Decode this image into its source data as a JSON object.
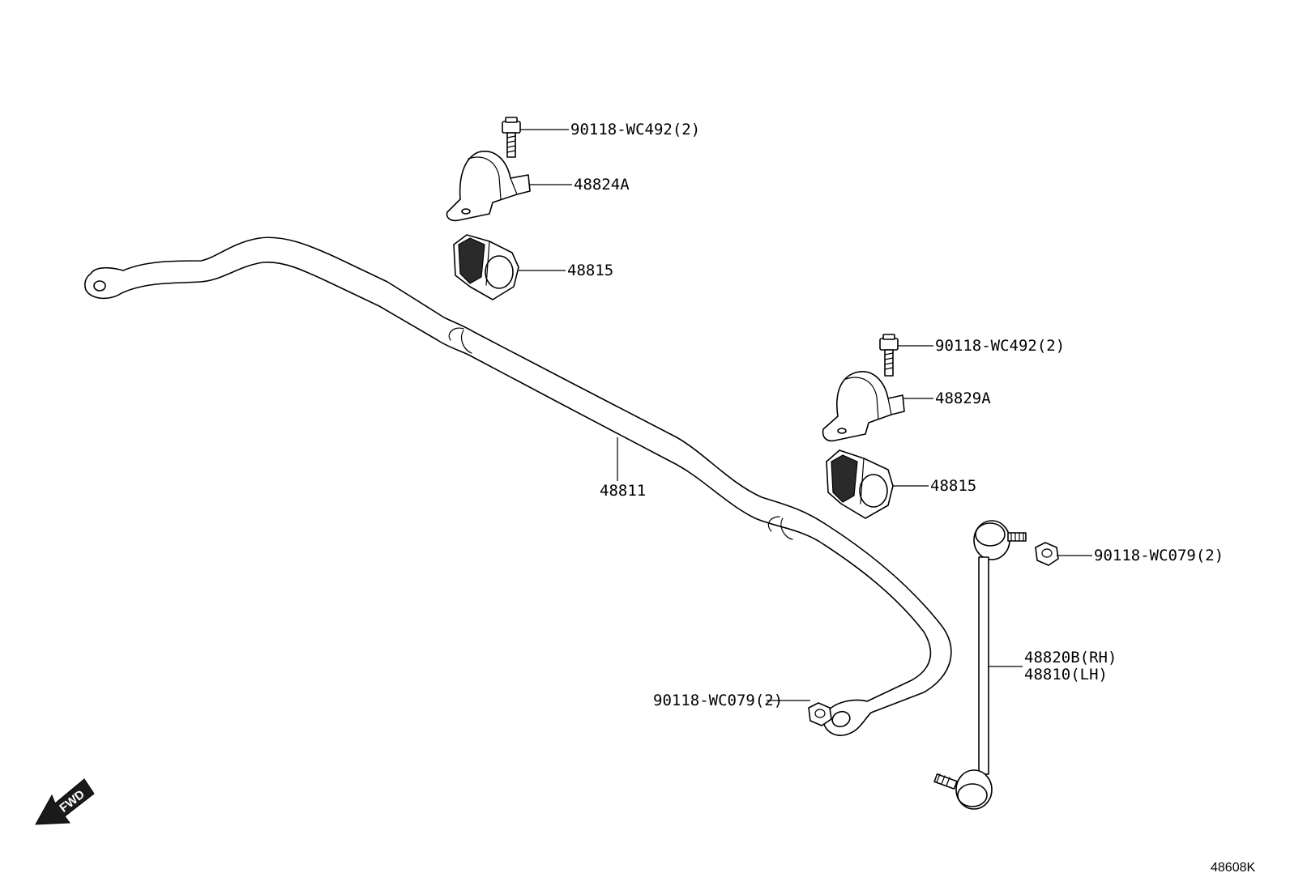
{
  "labels": {
    "bolt_upper": "90118-WC492(2)",
    "bracket_left": "48824A",
    "bushing_left": "48815",
    "stabilizer_bar": "48811",
    "bolt_right": "90118-WC492(2)",
    "bracket_right": "48829A",
    "bushing_right": "48815",
    "nut_right": "90118-WC079(2)",
    "link_rh": "48820B(RH)",
    "link_lh": "48810(LH)",
    "nut_lower": "90118-WC079(2)"
  },
  "fwd_arrow": "FWD",
  "diagram_ref": "48608K"
}
